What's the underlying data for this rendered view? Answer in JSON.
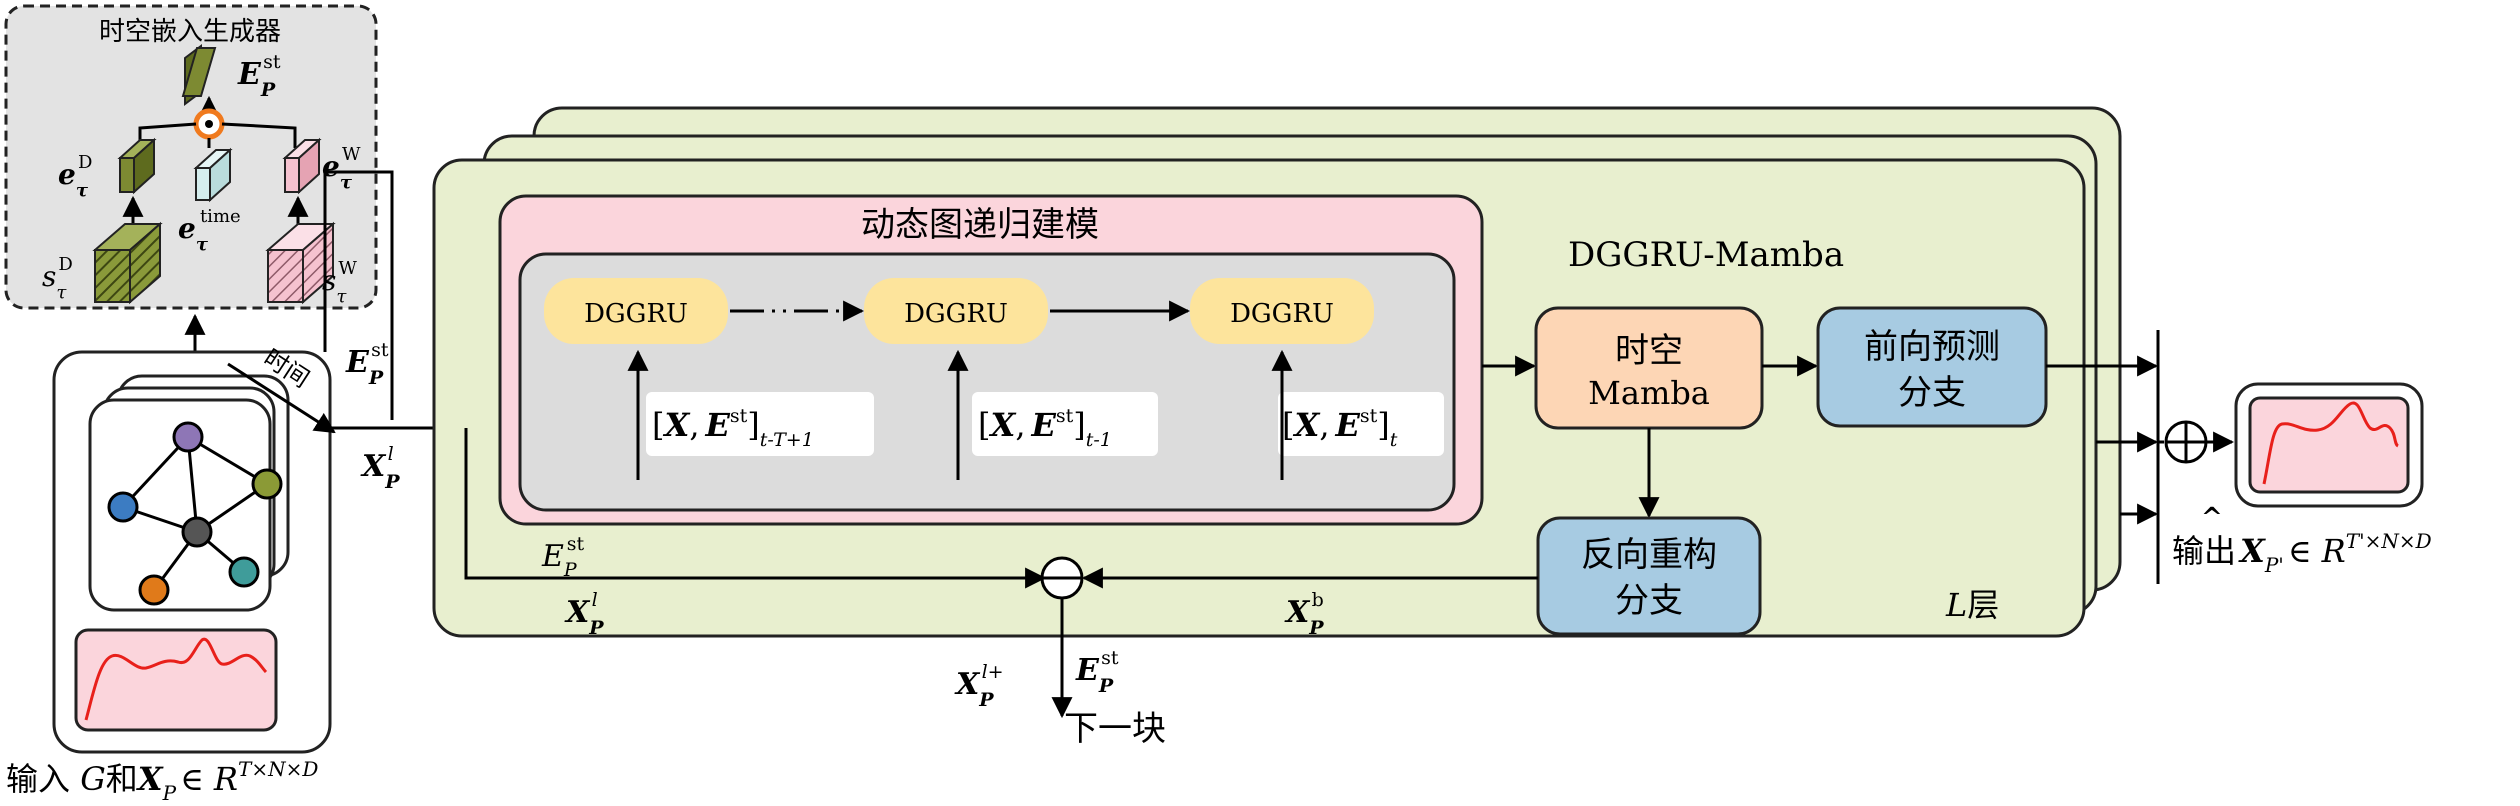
{
  "generator": {
    "title": "时空嵌入生成器",
    "e_st_base": "E",
    "e_st_sub": "P",
    "e_st_sup": "st",
    "e_d_base": "e",
    "e_d_sub": "τ",
    "e_d_sup": "D",
    "e_time_base": "e",
    "e_time_sub": "τ",
    "e_time_sup": "time",
    "e_w_base": "e",
    "e_w_sub": "τ",
    "e_w_sup": "W",
    "s_d_base": "s",
    "s_d_sub": "τ",
    "s_d_sup": "D",
    "s_w_base": "s",
    "s_w_sub": "τ",
    "s_w_sup": "W"
  },
  "input": {
    "time_label": "时间",
    "caption_prefix": "输入 ",
    "caption_g": "G",
    "caption_and": "和",
    "caption_x": "X",
    "caption_x_sub": "P",
    "caption_in": "∈ ",
    "caption_r": "R",
    "caption_r_sup": "T×N×D"
  },
  "left_labels": {
    "est_base": "E",
    "est_sub": "P",
    "est_sup": "st",
    "xpl_base": "X",
    "xpl_sub": "P",
    "xpl_sup": "l"
  },
  "block": {
    "name": "DGGRU-Mamba",
    "layers_l": "L",
    "layers_suffix": "层",
    "recurrent_title": "动态图递归建模",
    "dggru_cells": [
      "DGGRU",
      "DGGRU",
      "DGGRU"
    ],
    "inputs": [
      {
        "x": "X",
        "sep": ",",
        "e": "E",
        "e_sup": "st",
        "sub": "t-T+1"
      },
      {
        "x": "X",
        "sep": ",",
        "e": "E",
        "e_sup": "st",
        "sub": "t-1"
      },
      {
        "x": "X",
        "sep": ",",
        "e": "E",
        "e_sup": "st",
        "sub": "t"
      }
    ],
    "mamba": [
      "时空",
      "Mamba"
    ],
    "forward": [
      "前向预测",
      "分支"
    ],
    "backward": [
      "反向重构",
      "分支"
    ],
    "inner_est_base": "E",
    "inner_est_sub": "P",
    "inner_est_sup": "st",
    "inner_xpl_base": "X",
    "inner_xpl_sub": "P",
    "inner_xpl_sup": "l",
    "xb_base": "X",
    "xb_sub": "P",
    "xb_sup": "b"
  },
  "next": {
    "x_base": "X",
    "x_sub": "P",
    "x_sup": "l+",
    "e_base": "E",
    "e_sub": "P",
    "e_sup": "st",
    "label": "下一块"
  },
  "output": {
    "prefix": "输出",
    "x": "X",
    "x_sub": "P'",
    "in": "∈ ",
    "r": "R",
    "r_sup": "T'×N×D"
  },
  "colors": {
    "green_block": "#e8efcf",
    "pink": "#fbd5dc",
    "gray_panel": "#dcdcdc",
    "yellow_cell": "#fde49c",
    "orange": "#fdd6b5",
    "blue": "#a7cbe2",
    "olive": "#7d8a32",
    "light_pink": "#f5c2cf",
    "light_cyan": "#d5eeee",
    "red_line": "#e8201b",
    "fusion_orange": "#f07a1e"
  },
  "graph_nodes": [
    {
      "color": "#8e76b6"
    },
    {
      "color": "#8b9a36"
    },
    {
      "color": "#3c7cc2"
    },
    {
      "color": "#555555"
    },
    {
      "color": "#3f9c9a"
    },
    {
      "color": "#e07a1a"
    }
  ]
}
